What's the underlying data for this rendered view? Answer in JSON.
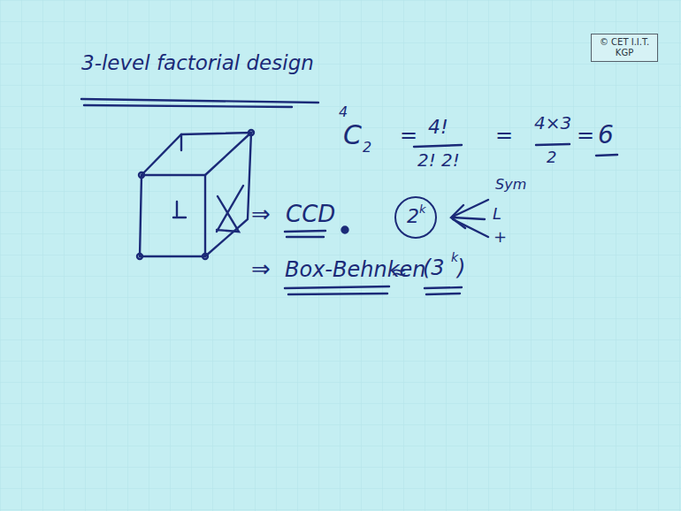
{
  "diagram": {
    "title": "3-level factorial design",
    "nodes": [
      {
        "text": [
          "© CET I.I.T. KGP"
        ]
      },
      {
        "text": [
          "2",
          "k"
        ]
      }
    ],
    "labels": [
      "4",
      "C",
      "2",
      "=",
      "4!",
      "2! 2!",
      "=",
      "4×3",
      "2",
      "=",
      "6",
      "⇒",
      "CCD",
      "Sym",
      "L",
      "+",
      "⇒",
      "Box-Behnken",
      "≈",
      "(3",
      "k",
      ")"
    ]
  }
}
